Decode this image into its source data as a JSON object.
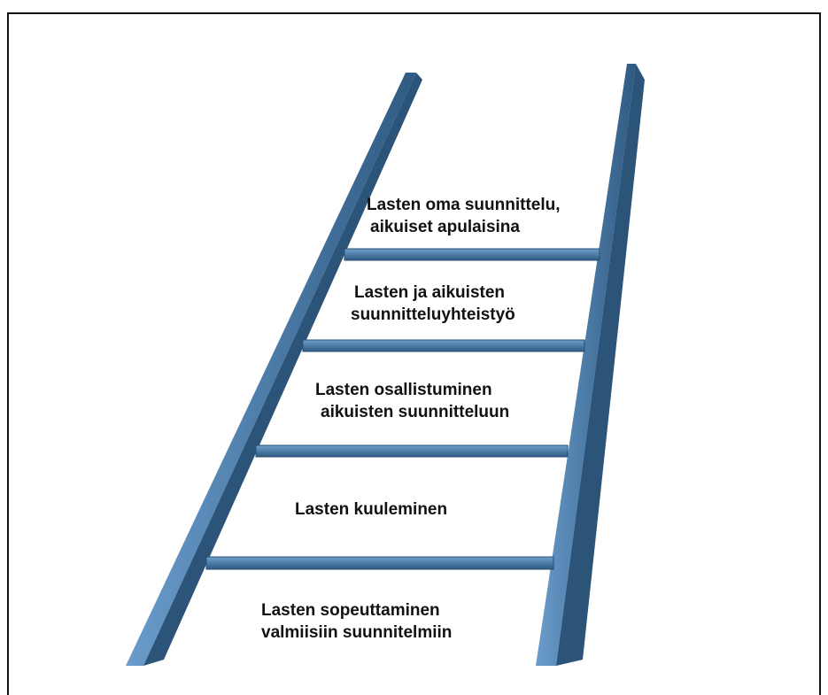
{
  "diagram": {
    "colors": {
      "rail_face": "#3f6f99",
      "rail_shade": "#2a4f72",
      "rail_light": "#5f93bf",
      "rung": "#4a7aa5",
      "rung_dark": "#2f587d"
    },
    "steps": [
      {
        "line1": "Lasten oma suunnittelu,",
        "line2": "aikuiset apulaisina"
      },
      {
        "line1": "Lasten ja aikuisten",
        "line2": "suunnitteluyhteistyö"
      },
      {
        "line1": "Lasten osallistuminen",
        "line2": "aikuisten suunnitteluun"
      },
      {
        "line1": "Lasten kuuleminen",
        "line2": ""
      },
      {
        "line1": "Lasten sopeuttaminen",
        "line2": "valmiisiin suunnitelmiin"
      }
    ]
  }
}
